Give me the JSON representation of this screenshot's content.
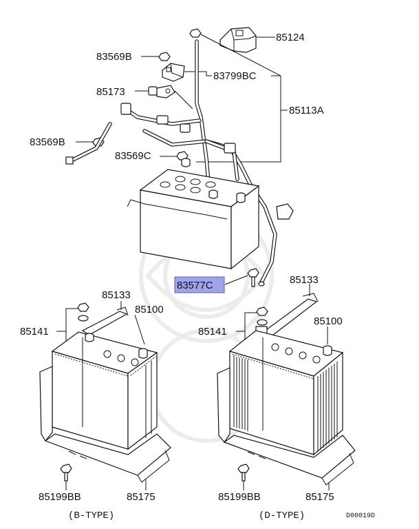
{
  "labels": {
    "p85124": "85124",
    "p83569b_top": "83569B",
    "p83799bc": "83799BC",
    "p85173": "85173",
    "p85113a": "85113A",
    "p83569b_left": "83569B",
    "p83569c": "83569C",
    "p83577c": "83577C",
    "p85133_left": "85133",
    "p85100_left": "85100",
    "p85141_left": "85141",
    "p85133_right": "85133",
    "p85100_right": "85100",
    "p85141_right": "85141",
    "p85199bb_left": "85199BB",
    "p85175_left": "85175",
    "p85199bb_right": "85199BB",
    "p85175_right": "85175"
  },
  "captions": {
    "b_type": "(B-TYPE)",
    "d_type": "(D-TYPE)",
    "code": "D00019D"
  },
  "highlight": {
    "part": "83577C",
    "color": "#9ea4e6"
  }
}
